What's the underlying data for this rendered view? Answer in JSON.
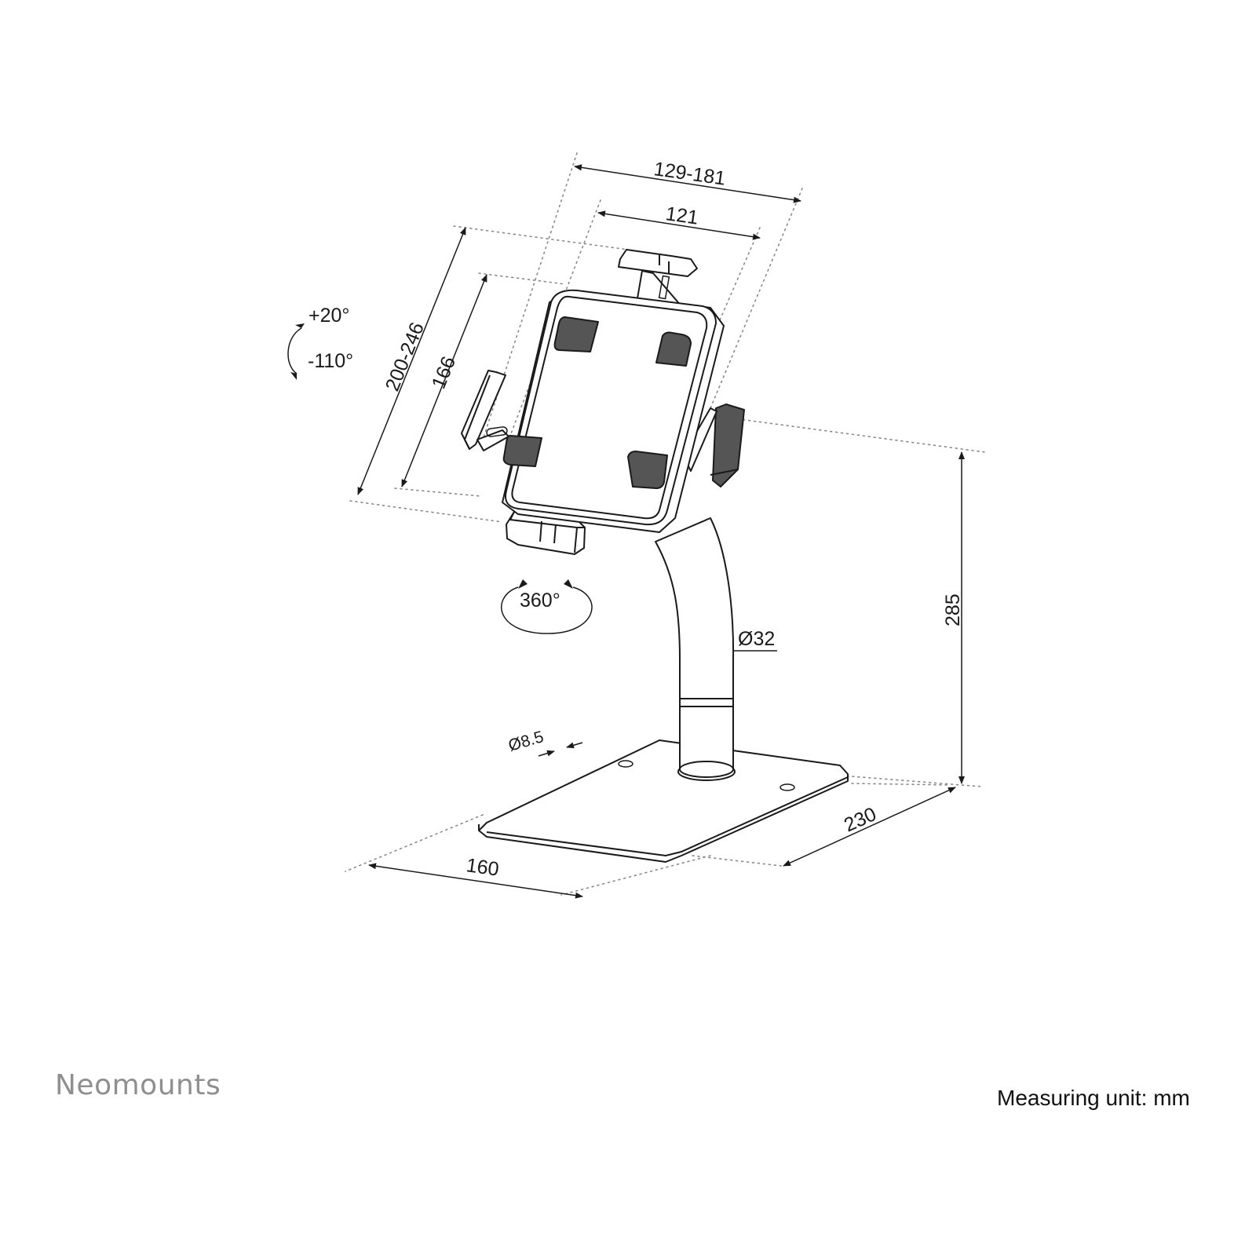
{
  "brand": {
    "name": "Neomounts"
  },
  "footer": {
    "measuring_unit": "Measuring unit: mm"
  },
  "dimensions": {
    "holder_width_range": "129-181",
    "holder_inner_width": "121",
    "holder_height_range": "200-246",
    "holder_inner_height": "166",
    "tilt_up": "+20°",
    "tilt_down": "-110°",
    "rotation": "360°",
    "pole_diameter": "Ø32",
    "hole_diameter": "Ø8.5",
    "total_height": "285",
    "base_depth": "230",
    "base_width": "160"
  },
  "colors": {
    "line": "#1a1a1a",
    "extension_line": "#8a8a8a",
    "brand_text": "#8f8f8f"
  }
}
